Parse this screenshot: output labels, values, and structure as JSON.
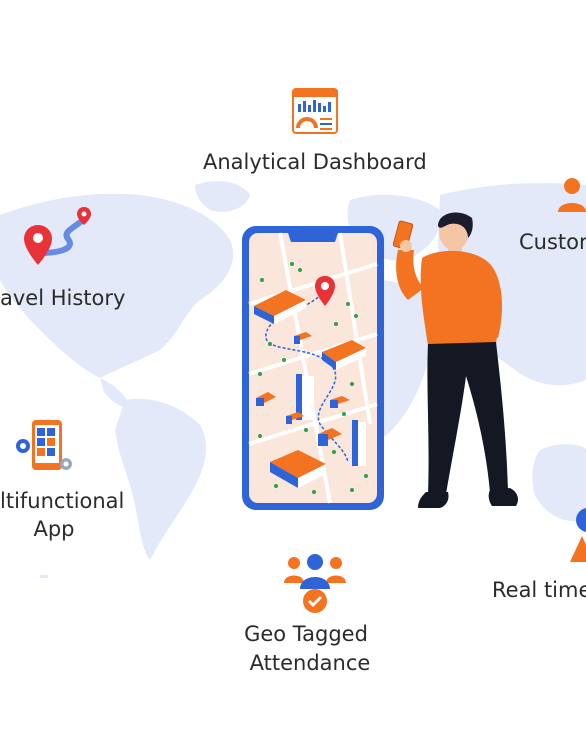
{
  "features": {
    "analytical_dashboard": "Analytical Dashboard",
    "customer": "Custor",
    "travel_history": "avel History",
    "multifunctional_line1": "ltifunctional",
    "multifunctional_line2": "App",
    "geo_tagged_line1": "Geo Tagged",
    "geo_tagged_line2": "Attendance",
    "real_time": "Real time"
  },
  "colors": {
    "accent_orange": "#f47320",
    "map_blue": "#e4e9f9",
    "phone_blue": "#2f64d8",
    "pin_red": "#e8323a",
    "text": "#2b2b2b"
  },
  "icons": [
    "dashboard-icon",
    "customer-icon",
    "route-pin-icon",
    "multifunctional-app-icon",
    "geo-attendance-icon",
    "real-time-icon",
    "location-pin-icon"
  ]
}
